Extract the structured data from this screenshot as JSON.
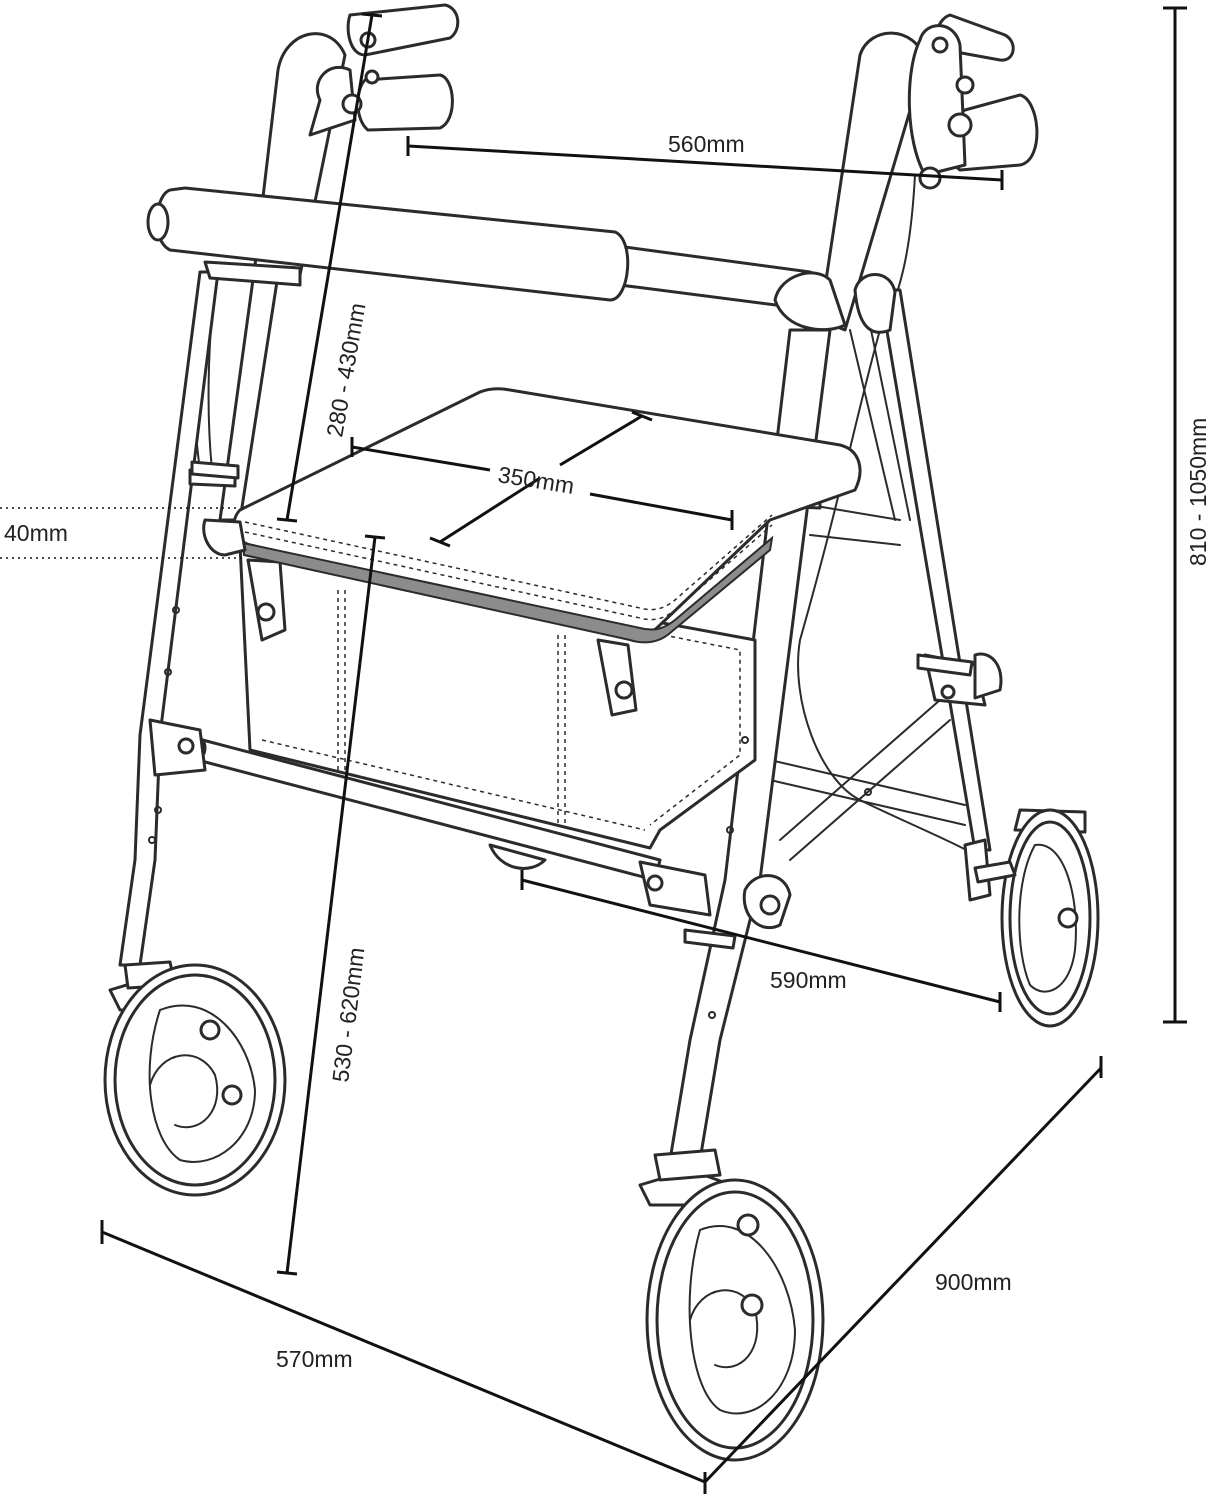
{
  "dimensions": {
    "handle_width": "560mm",
    "handle_to_seat": "280 - 430mm",
    "seat_width": "350mm",
    "seat_thickness": "40mm",
    "seat_height": "530 - 620mm",
    "rear_width": "590mm",
    "overall_height": "810 - 1050mm",
    "overall_depth": "900mm",
    "overall_width": "570mm"
  },
  "colors": {
    "line": "#2b2b2b",
    "dimension_line": "#111111",
    "seat_band": "#8c8c8c",
    "background": "#ffffff"
  }
}
